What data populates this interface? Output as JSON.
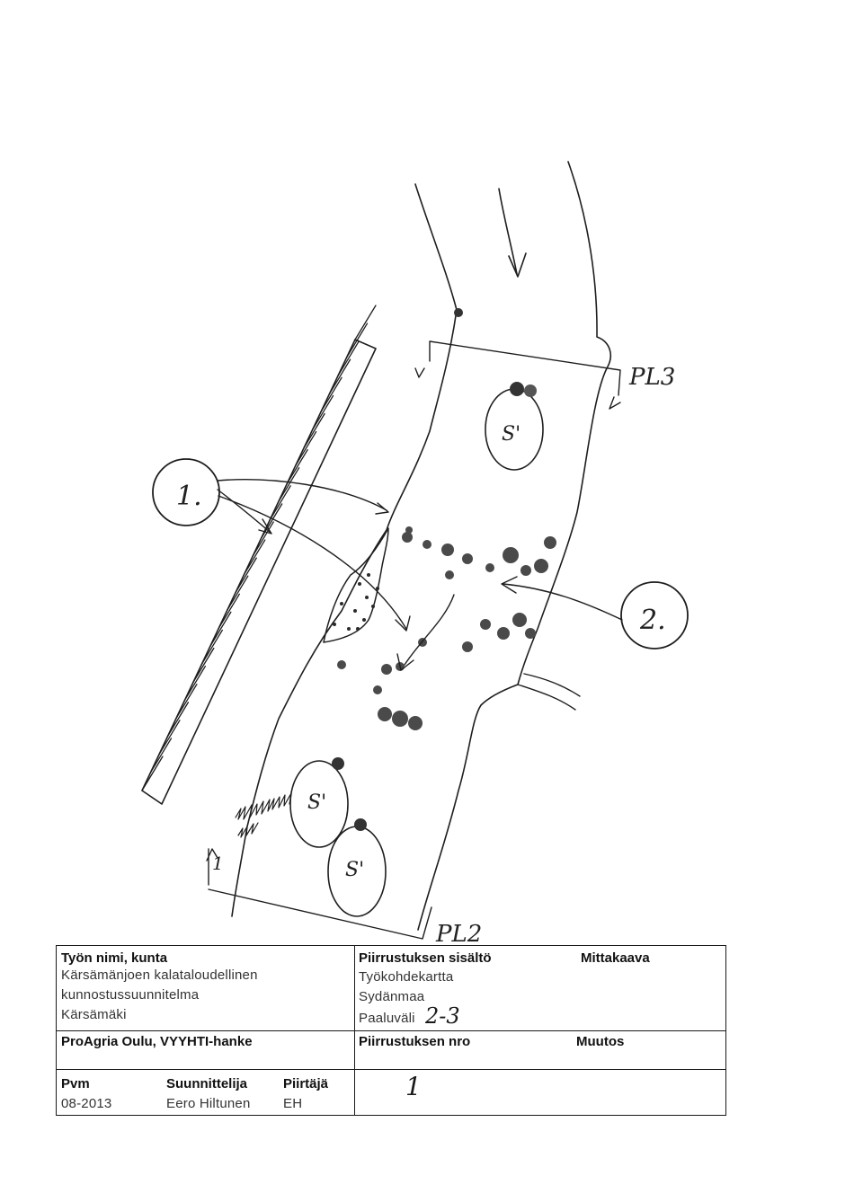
{
  "drawing": {
    "callout_1": "1.",
    "callout_2": "2.",
    "stake_pl2": "PL2",
    "stake_pl3": "PL3",
    "section_mark": "1",
    "stone_symbol": "S'"
  },
  "title_block": {
    "work_name_header": "Työn nimi, kunta",
    "work_name_line1": "Kärsämänjoen kalataloudellinen",
    "work_name_line2": "kunnostussuunnitelma",
    "municipality": "Kärsämäki",
    "organization": "ProAgria Oulu, VYYHTI-hanke",
    "contents_header": "Piirrustuksen sisältö",
    "contents_line1": "Työkohdekartta",
    "contents_line2": "Sydänmaa",
    "contents_line3_label": "Paaluväli",
    "contents_line3_value": "2-3",
    "scale_header": "Mittakaava",
    "drawing_no_header": "Piirrustuksen nro",
    "drawing_no_value": "1",
    "change_header": "Muutos",
    "date_header": "Pvm",
    "date_value": "08-2013",
    "designer_header": "Suunnittelija",
    "designer_value": "Eero Hiltunen",
    "drafter_header": "Piirtäjä",
    "drafter_value": "EH"
  }
}
